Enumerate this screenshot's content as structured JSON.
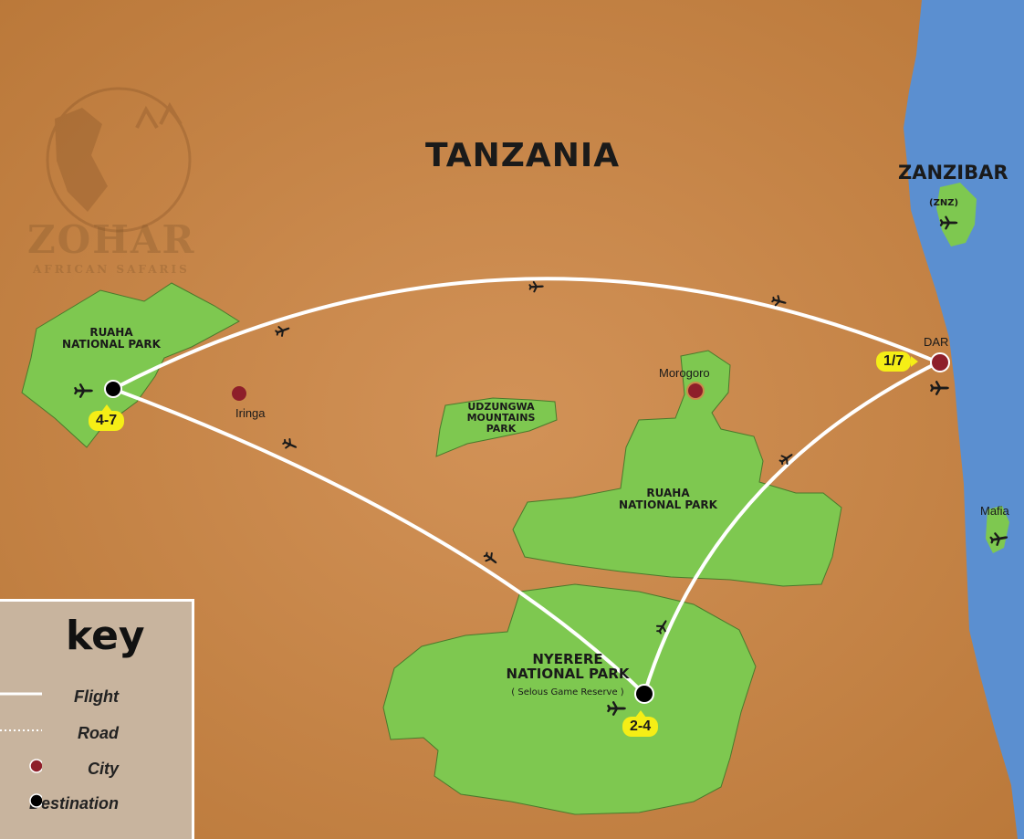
{
  "title": "TANZANIA",
  "zanzibar": {
    "name": "ZANZIBAR",
    "code": "(ZNZ)"
  },
  "parks": {
    "ruaha_west": "RUAHA\nNATIONAL PARK",
    "udzungwa": "UDZUNGWA\nMOUNTAINS\nPARK",
    "ruaha_center": "RUAHA\nNATIONAL PARK",
    "nyerere": "NYERERE\nNATIONAL PARK",
    "nyerere_sub": "( Selous Game Reserve )"
  },
  "cities": {
    "iringa": "Iringa",
    "morogoro": "Morogoro",
    "dar": "DAR",
    "mafia": "Mafia"
  },
  "stops": {
    "ruaha": "4-7",
    "nyerere": "2-4",
    "dar": "1/7"
  },
  "watermark": {
    "name": "ZOHAR",
    "tag": "AFRICAN SAFARIS"
  },
  "legend": {
    "title": "key",
    "items": [
      {
        "label": "Flight",
        "symbol": "solid-line"
      },
      {
        "label": "Road",
        "symbol": "dotted-line"
      },
      {
        "label": "City",
        "symbol": "red-dot"
      },
      {
        "label": "Destination",
        "symbol": "black-dot"
      }
    ]
  },
  "colors": {
    "land": "#c98a4b",
    "sea": "#5b8fd0",
    "park": "#7ec850",
    "city": "#8e1f2a",
    "destination": "#000000",
    "flight": "#ffffff",
    "badge": "#f5ee16",
    "legend_bg": "#c8b49e"
  }
}
